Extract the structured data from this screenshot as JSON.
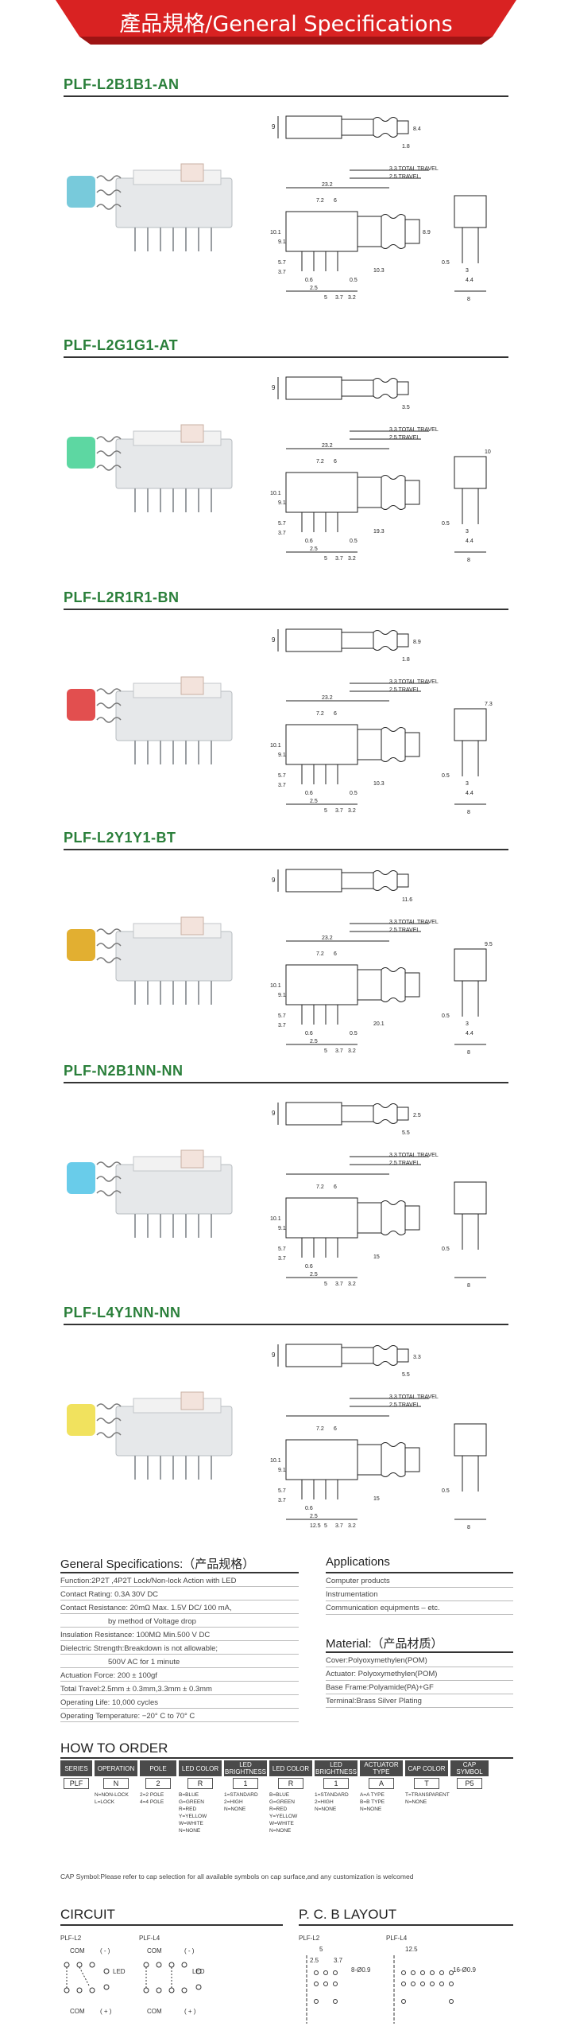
{
  "header": {
    "title": "產品規格/General Specifications",
    "bg_color": "#d92222"
  },
  "models": [
    {
      "name": "PLF-L2B1B1-AN",
      "cap_color": "#6cc5d8"
    },
    {
      "name": "PLF-L2G1G1-AT",
      "cap_color": "#4fd49a"
    },
    {
      "name": "PLF-L2R1R1-BN",
      "cap_color": "#e04040"
    },
    {
      "name": "PLF-L2Y1Y1-BT",
      "cap_color": "#e0a820"
    },
    {
      "name": "PLF-N2B1NN-NN",
      "cap_color": "#5cc8e8"
    },
    {
      "name": "PLF-L4Y1NN-NN",
      "cap_color": "#f0e050"
    }
  ],
  "dims": {
    "d1": {
      "top_h": "9",
      "side_a": "8.4",
      "side_b": "1.8",
      "travel1": "3.3 TOTAL TRAVEL",
      "travel2": "2.5 TRAVEL",
      "len": "23.2",
      "a": "7.2",
      "b": "6",
      "c": "8.9",
      "h1": "10.1",
      "h2": "9.1",
      "h3": "5.7",
      "h4": "3.7",
      "w": "10.3",
      "p1": "0.6",
      "p2": "2.5",
      "p3": "0.5",
      "p4": "5",
      "p5": "3.7",
      "p6": "3.2",
      "s1": "0.5",
      "s2": "3",
      "s3": "4.4",
      "s4": "8"
    },
    "d2": {
      "top_h": "9",
      "side_b": "3.5",
      "travel1": "3.3 TOTAL TRAVEL",
      "travel2": "2.5 TRAVEL",
      "len": "23.2",
      "a": "7.2",
      "b": "6",
      "h1": "10.1",
      "h2": "9.1",
      "h3": "5.7",
      "h4": "3.7",
      "w": "19.3",
      "p1": "0.6",
      "p2": "2.5",
      "p3": "0.5",
      "p4": "5",
      "p5": "3.7",
      "p6": "3.2",
      "cap": "10",
      "s1": "0.5",
      "s2": "3",
      "s3": "4.4",
      "s4": "8"
    },
    "d3": {
      "top_h": "9",
      "side_a": "8.9",
      "side_b": "1.8",
      "travel1": "3.3 TOTAL TRAVEL",
      "travel2": "2.5 TRAVEL",
      "len": "23.2",
      "a": "7.2",
      "b": "6",
      "h1": "10.1",
      "h2": "9.1",
      "h3": "5.7",
      "h4": "3.7",
      "w": "10.3",
      "p1": "0.6",
      "p2": "2.5",
      "p3": "0.5",
      "p4": "5",
      "p5": "3.7",
      "p6": "3.2",
      "cap": "7.3",
      "s1": "0.5",
      "s2": "3",
      "s3": "4.4",
      "s4": "8"
    },
    "d4": {
      "top_h": "9",
      "side_b": "11.6",
      "travel1": "3.3 TOTAL TRAVEL",
      "travel2": "2.5 TRAVEL",
      "len": "23.2",
      "a": "7.2",
      "b": "6",
      "h1": "10.1",
      "h2": "9.1",
      "h3": "5.7",
      "h4": "3.7",
      "w": "20.1",
      "p1": "0.6",
      "p2": "2.5",
      "p3": "0.5",
      "p4": "5",
      "p5": "3.7",
      "p6": "3.2",
      "cap": "9.5",
      "s1": "0.5",
      "s2": "3",
      "s3": "4.4",
      "s4": "8"
    },
    "d5": {
      "top_h": "9",
      "side_a": "2.5",
      "side_b": "5.5",
      "travel1": "3.3 TOTAL TRAVEL",
      "travel2": "2.5 TRAVEL",
      "a": "7.2",
      "b": "6",
      "h1": "10.1",
      "h2": "9.1",
      "h3": "5.7",
      "h4": "3.7",
      "w": "15",
      "p1": "0.6",
      "p2": "2.5",
      "p4": "5",
      "p5": "3.7",
      "p6": "3.2",
      "s1": "0.5",
      "s4": "8"
    },
    "d6": {
      "top_h": "9",
      "side_a": "3.3",
      "side_b": "5.5",
      "travel1": "3.3 TOTAL TRAVEL",
      "travel2": "2.5 TRAVEL",
      "a": "7.2",
      "b": "6",
      "h1": "10.1",
      "h2": "9.1",
      "h3": "5.7",
      "h4": "3.7",
      "w": "15",
      "p1": "0.6",
      "p2": "2.5",
      "p4": "5",
      "p5": "3.7",
      "p6": "3.2",
      "p7": "12.5",
      "s1": "0.5",
      "s4": "8"
    }
  },
  "general_specs": {
    "title": "General Specifications:（产品规格）",
    "rows": [
      "Function:2P2T ,4P2T Lock/Non-lock Action with LED",
      "Contact Rating: 0.3A 30V DC",
      "Contact Resistance: 20mΩ Max. 1.5V DC/ 100 mA,",
      "by method of Voltage drop",
      "Insulation Resistance: 100MΩ Min.500 V DC",
      "Dielectric Strength:Breakdown is not allowable;",
      "500V AC for 1 minute",
      "Actuation Force: 200 ± 100gf",
      "Total Travel:2.5mm ± 0.3mm,3.3mm ± 0.3mm",
      "Operating Life: 10,000 cycles",
      "Operating Temperature: −20° C to 70° C"
    ]
  },
  "applications": {
    "title": "Applications",
    "rows": [
      "Computer products",
      "Instrumentation",
      "Communication equipments – etc."
    ]
  },
  "material": {
    "title": "Material:（产品材质）",
    "rows": [
      "Cover:Polyoxymethylen(POM)",
      "Actuator: Polyoxymethylen(POM)",
      "Base Frame:Polyamide(PA)+GF",
      "Terminal:Brass Silver Plating"
    ]
  },
  "how_to_order": {
    "title": "HOW TO ORDER",
    "columns": [
      {
        "head": "SERIES",
        "value": "PLF",
        "options": ""
      },
      {
        "head": "OPERATION",
        "value": "N",
        "options": "N=NON-LOCK\nL=LOCK"
      },
      {
        "head": "POLE",
        "value": "2",
        "options": "2=2 POLE\n4=4 POLE"
      },
      {
        "head": "LED COLOR",
        "value": "R",
        "options": "B=BLUE\nG=GREEN\nR=RED\nY=YELLOW\nW=WHITE\nN=NONE"
      },
      {
        "head": "LED BRIGHTNESS",
        "value": "1",
        "options": "1=STANDARD\n2=HIGH\nN=NONE"
      },
      {
        "head": "LED COLOR",
        "value": "R",
        "options": "B=BLUE\nG=GREEN\nR=RED\nY=YELLOW\nW=WHITE\nN=NONE"
      },
      {
        "head": "LED BRIGHTNESS",
        "value": "1",
        "options": "1=STANDARD\n2=HIGH\nN=NONE"
      },
      {
        "head": "ACTUATOR TYPE",
        "value": "A",
        "options": "A=A TYPE\nB=B TYPE\nN=NONE"
      },
      {
        "head": "CAP COLOR",
        "value": "T",
        "options": "T=TRANSPARENT\nN=NONE"
      },
      {
        "head": "CAP SYMBOL",
        "value": "P5",
        "options": ""
      }
    ],
    "cap_note": "CAP Symbol:Please refer to cap selection for all available symbols on cap surface,and any customization is welcomed"
  },
  "circuit": {
    "title": "CIRCUIT",
    "l2": "PLF-L2",
    "l4": "PLF-L4",
    "com": "COM",
    "minus": "( - )",
    "plus": "( + )",
    "led": "LED"
  },
  "pcb": {
    "title": "P. C. B LAYOUT",
    "l2": "PLF-L2",
    "l4": "PLF-L4",
    "d1": "5",
    "d2": "2.5",
    "d3": "3.7",
    "d4": "12.5",
    "hole": "8-Ø0.9",
    "hole2": "16-Ø0.9"
  }
}
